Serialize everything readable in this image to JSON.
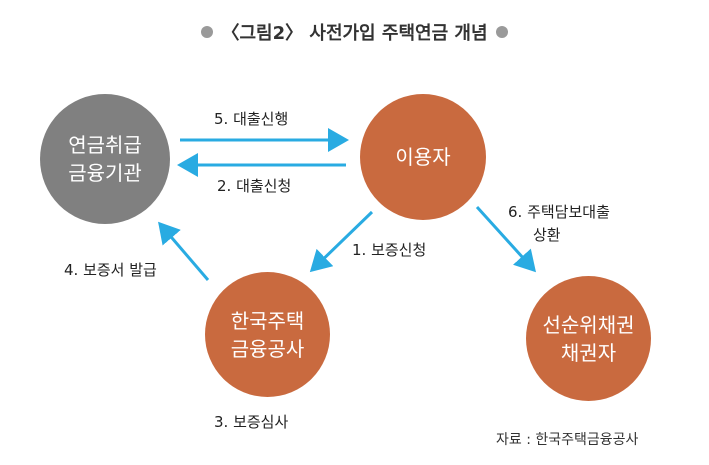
{
  "title": "〈그림2〉 사전가입 주택연금 개념",
  "nodes": {
    "institution": {
      "line1": "연금취급",
      "line2": "금융기관"
    },
    "user": {
      "line1": "이용자"
    },
    "hf": {
      "line1": "한국주택",
      "line2": "금융공사"
    },
    "creditor": {
      "line1": "선순위채권",
      "line2": "채권자"
    }
  },
  "edges": {
    "loan_exec": "5. 대출신행",
    "loan_apply": "2. 대출신청",
    "guarantee_apply": "1. 보증신청",
    "guarantee_issue": "4. 보증서 발급",
    "guarantee_review": "3. 보증심사",
    "repay_line1": "6. 주택담보대출",
    "repay_line2": "상환"
  },
  "source": "자료 : 한국주택금융공사",
  "colors": {
    "arrow": "#29abe2",
    "gray_node": "#808080",
    "rust_node": "#c96a3f"
  }
}
